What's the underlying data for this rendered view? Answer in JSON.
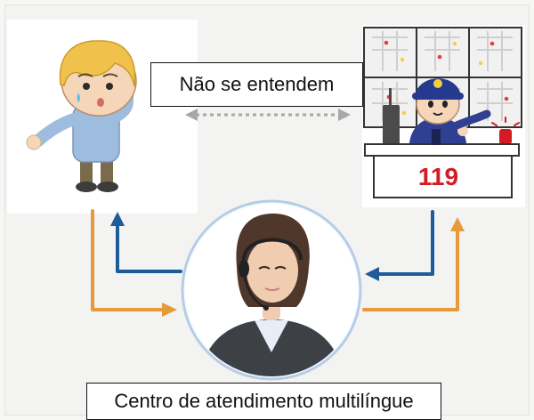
{
  "labels": {
    "communication_gap": "Não se entendem",
    "center": "Centro de atendimento multilíngue"
  },
  "badge": {
    "emergency_number": "119"
  },
  "colors": {
    "blue_arrow": "#1f5a9a",
    "orange_arrow": "#e69a3b",
    "dashed_arrow": "#a7a7a7",
    "badge_red": "#d21b22",
    "background": "#f6f6f4"
  },
  "icons": [
    "confused-person-icon",
    "fire-dispatcher-icon",
    "operator-headset-icon"
  ]
}
